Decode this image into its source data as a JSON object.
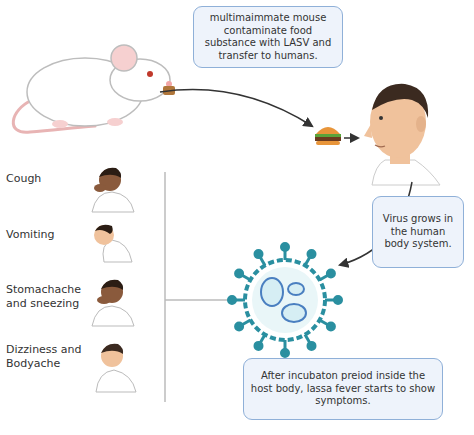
{
  "diagram": {
    "nodes": [
      {
        "text": [
          "multimaimmate mouse contaminate food substance with LASV and transfer to humans."
        ]
      },
      {
        "text": [
          "Virus grows in the human body system."
        ]
      },
      {
        "text": [
          "After incubaton preiod inside the host body, lassa fever starts to show symptoms."
        ]
      }
    ],
    "labels": [
      "Cough",
      "Vomiting",
      "Stomachache and sneezing",
      "Dizziness and Bodyache"
    ]
  }
}
